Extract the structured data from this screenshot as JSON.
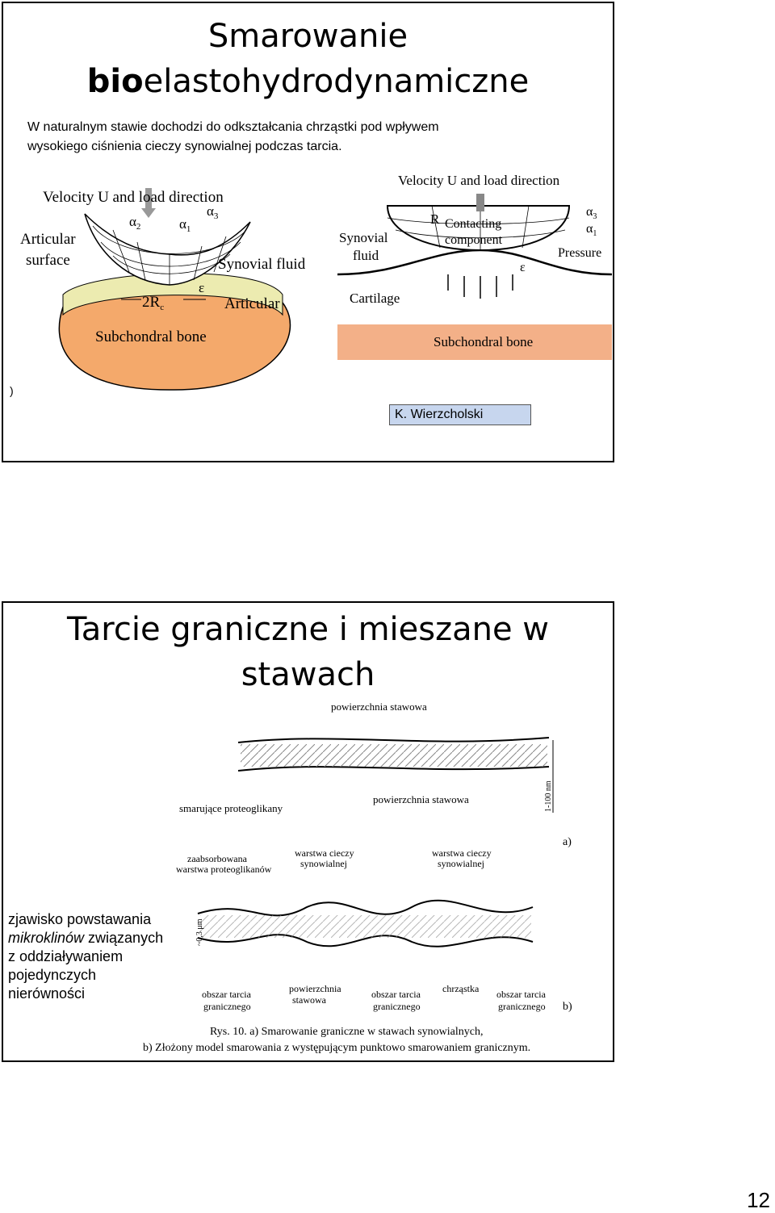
{
  "slide1": {
    "title_prefix_bold": "bio",
    "title_line1": "Smarowanie",
    "title_line2_rest": "elastohydrodynamiczne",
    "intro_line1": "W naturalnym stawie dochodzi do odkształcania chrząstki pod wpływem",
    "intro_line2": "wysokiego ciśnienia cieczy synowialnej podczas tarcia.",
    "fig_left": {
      "velocity": "Velocity U and load direction",
      "alpha2": "α",
      "alpha2_sub": "2",
      "alpha1": "α",
      "alpha1_sub": "1",
      "alpha3": "α",
      "alpha3_sub": "3",
      "articular": "Articular",
      "surface": "surface",
      "synovial_fluid": "Synovial fluid",
      "epsilon": "ε",
      "two_rc": "2R",
      "rc_sub": "c",
      "articular2": "Articular",
      "subchondral": "Subchondral bone"
    },
    "fig_right": {
      "velocity": "Velocity U and load direction",
      "r_label": "R",
      "contacting": "Contacting",
      "component": "component",
      "alpha3": "α",
      "alpha3_sub": "3",
      "alpha1": "α",
      "alpha1_sub": "1",
      "synovial": "Synovial",
      "fluid": "fluid",
      "pressure": "Pressure",
      "epsilon": "ε",
      "cartilage": "Cartilage",
      "subchondral": "Subchondral bone"
    },
    "credit": "K. Wierzcholski"
  },
  "slide2": {
    "title_line1": "Tarcie graniczne i mieszane w",
    "title_line2": "stawach",
    "fig": {
      "top_label": "powierzchnia stawowa",
      "lubricating": "smarujące proteoglikany",
      "bottom_surface": "powierzchnia stawowa",
      "scale": "1-100 nm",
      "label_a": "a)",
      "absorbed1": "zaabsorbowana",
      "absorbed2": "warstwa proteoglikanów",
      "fluid_layer1a": "warstwa cieczy",
      "fluid_layer1b": "synowialnej",
      "fluid_layer2a": "warstwa cieczy",
      "fluid_layer2b": "synowialnej",
      "scale_b": "~0,3 μm",
      "boundary1a": "obszar tarcia",
      "boundary1b": "granicznego",
      "surface_b1": "powierzchnia",
      "surface_b2": "stawowa",
      "boundary2a": "obszar tarcia",
      "boundary2b": "granicznego",
      "cartilage": "chrząstka",
      "boundary3a": "obszar tarcia",
      "boundary3b": "granicznego",
      "label_b": "b)",
      "caption1": "Rys. 10. a) Smarowanie graniczne w stawach synowialnych,",
      "caption2": "b) Złożony model smarowania z występującym punktowo smarowaniem granicznym."
    },
    "side_note": {
      "line1": "zjawisko powstawania",
      "italic_word": "mikroklinów",
      "line2_rest": " związanych",
      "line3": "z oddziaływaniem",
      "line4": "pojedynczych",
      "line5": "nierówności"
    }
  },
  "page_number": "12",
  "small_mark": ")"
}
